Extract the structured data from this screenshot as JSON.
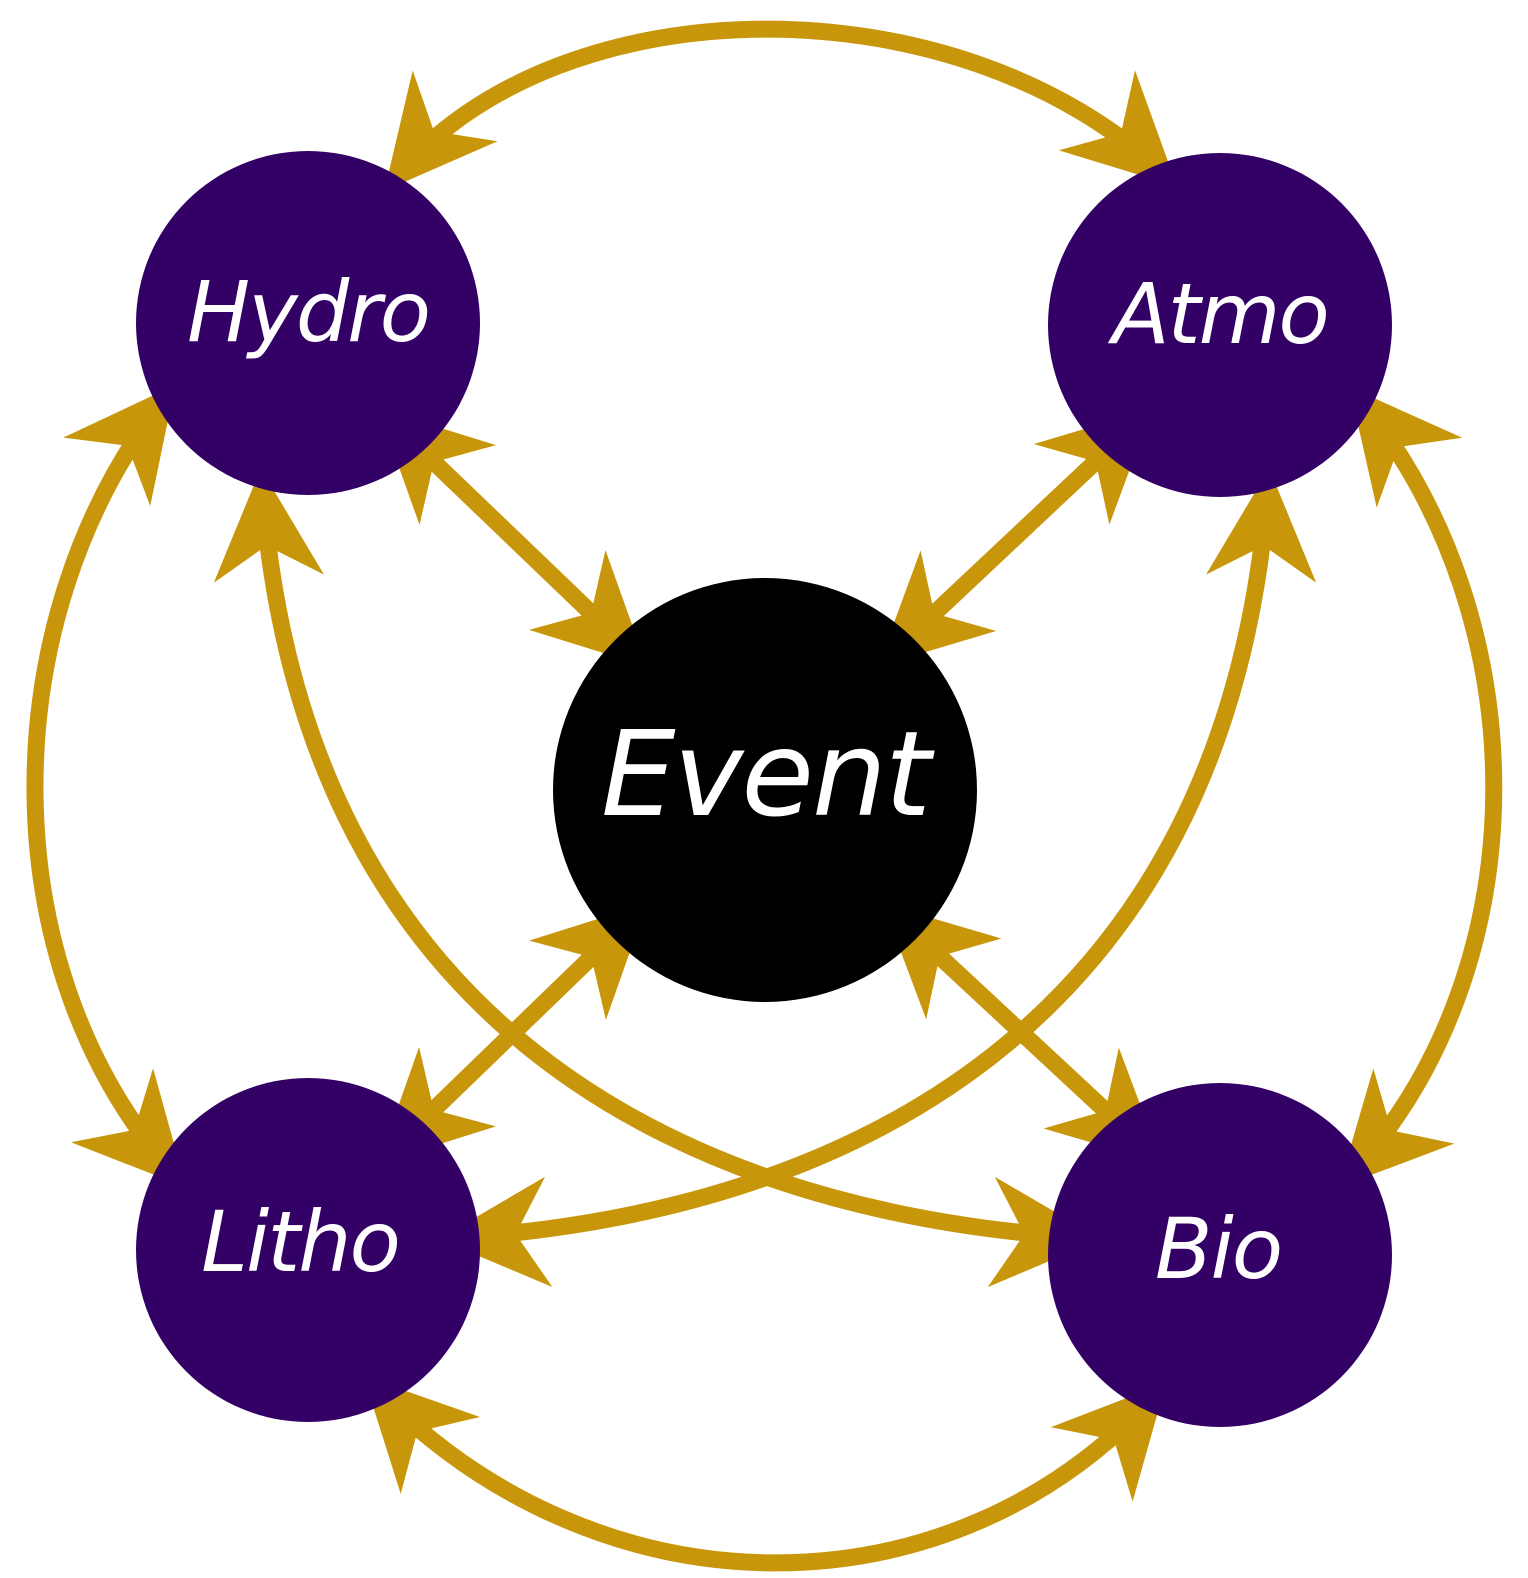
{
  "colors": {
    "sphere_node": "#330066",
    "event_node": "#000000",
    "arrow": "#c8960a",
    "label": "#ffffff"
  },
  "nodes": {
    "hydro": {
      "label": "Hydro"
    },
    "atmo": {
      "label": "Atmo"
    },
    "event": {
      "label": "Event"
    },
    "litho": {
      "label": "Litho"
    },
    "bio": {
      "label": "Bio"
    }
  },
  "connections": [
    {
      "from": "Hydro",
      "to": "Atmo",
      "direction": "bidirectional"
    },
    {
      "from": "Hydro",
      "to": "Litho",
      "direction": "bidirectional"
    },
    {
      "from": "Atmo",
      "to": "Bio",
      "direction": "bidirectional"
    },
    {
      "from": "Litho",
      "to": "Bio",
      "direction": "bidirectional"
    },
    {
      "from": "Hydro",
      "to": "Event",
      "direction": "bidirectional"
    },
    {
      "from": "Atmo",
      "to": "Event",
      "direction": "bidirectional"
    },
    {
      "from": "Litho",
      "to": "Event",
      "direction": "bidirectional"
    },
    {
      "from": "Bio",
      "to": "Event",
      "direction": "bidirectional"
    },
    {
      "from": "Hydro",
      "to": "Bio",
      "direction": "bidirectional"
    },
    {
      "from": "Atmo",
      "to": "Litho",
      "direction": "bidirectional"
    }
  ]
}
